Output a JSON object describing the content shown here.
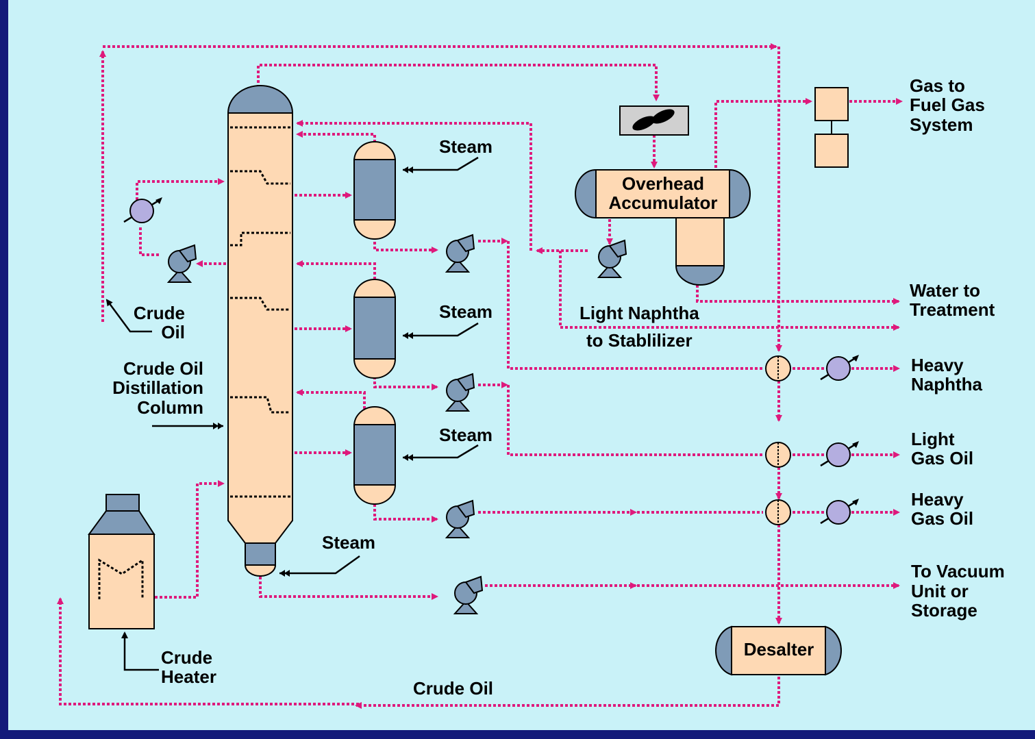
{
  "colors": {
    "background": "#c9f2f8",
    "frame": "#131a7a",
    "flow_line": "#de1a7c",
    "vessel_fill": "#fed9b4",
    "metal_fill": "#7f9bb7",
    "exchanger_fill": "#b4aee0"
  },
  "labels": {
    "gas_to_fuel": [
      "Gas to",
      "Fuel Gas",
      "System"
    ],
    "steam_1": "Steam",
    "steam_2": "Steam",
    "steam_3": "Steam",
    "steam_bottom": "Steam",
    "overhead_accumulator": [
      "Overhead",
      "Accumulator"
    ],
    "crude_oil_feed": [
      "Crude",
      "Oil"
    ],
    "column": [
      "Crude Oil",
      "Distillation",
      "Column"
    ],
    "light_naphtha": [
      "Light Naphtha",
      "to Stablilizer"
    ],
    "water_to_treatment": [
      "Water to",
      "Treatment"
    ],
    "heavy_naphtha": [
      "Heavy",
      "Naphtha"
    ],
    "light_gas_oil": [
      "Light",
      "Gas Oil"
    ],
    "heavy_gas_oil": [
      "Heavy",
      "Gas Oil"
    ],
    "to_vacuum": [
      "To Vacuum",
      "Unit or",
      "Storage"
    ],
    "desalter": "Desalter",
    "crude_heater": [
      "Crude",
      "Heater"
    ],
    "crude_oil_bottom": "Crude Oil"
  },
  "icons": {
    "pump": "centrifugal-pump-icon",
    "heat_exchanger": "heat-exchanger-icon",
    "fan": "air-cooler-fan-icon",
    "valve": "control-valve-icon"
  }
}
